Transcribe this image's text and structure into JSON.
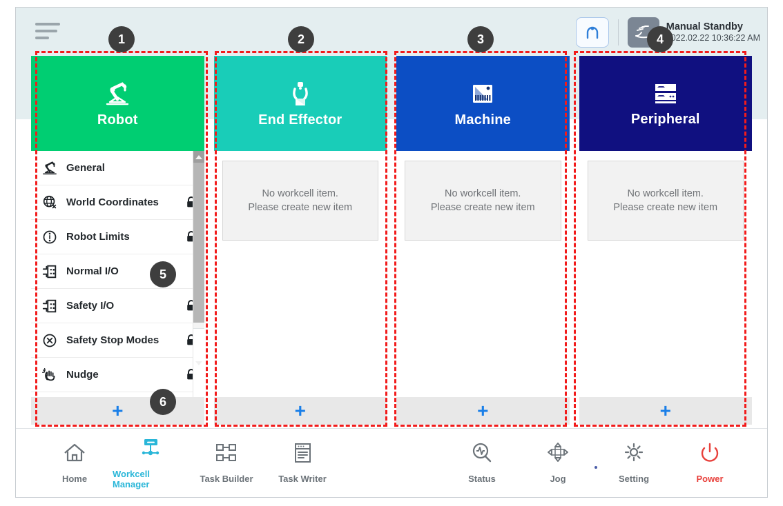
{
  "header": {
    "menu_icon": "hamburger-menu-icon",
    "mode_button_icon": "cobot-mode-icon",
    "state_icon": "manual-hand-icon",
    "state_title": "Manual Standby",
    "state_time": "2022.02.22 10:36:22 AM"
  },
  "cards": [
    {
      "id": "robot",
      "title": "Robot",
      "icon": "robot-arm-icon",
      "color": "#00ce72",
      "add_label": "+",
      "has_list": true
    },
    {
      "id": "end-effector",
      "title": "End Effector",
      "icon": "gripper-icon",
      "color": "#19cdb8",
      "add_label": "+",
      "empty": [
        "No workcell item.",
        "Please create new item"
      ]
    },
    {
      "id": "machine",
      "title": "Machine",
      "icon": "machine-icon",
      "color": "#0c4ec4",
      "add_label": "+",
      "empty": [
        "No workcell item.",
        "Please create new item"
      ]
    },
    {
      "id": "peripheral",
      "title": "Peripheral",
      "icon": "peripheral-rack-icon",
      "color": "#101080",
      "add_label": "+",
      "empty": [
        "No workcell item.",
        "Please create new item"
      ]
    }
  ],
  "robot_list": [
    {
      "label": "General",
      "icon": "robot-arm-icon",
      "locked": false
    },
    {
      "label": "World Coordinates",
      "icon": "globe-axis-icon",
      "locked": true
    },
    {
      "label": "Robot Limits",
      "icon": "limits-circle-icon",
      "locked": true
    },
    {
      "label": "Normal I/O",
      "icon": "io-port-icon",
      "locked": false
    },
    {
      "label": "Safety I/O",
      "icon": "io-port-icon",
      "locked": true
    },
    {
      "label": "Safety Stop Modes",
      "icon": "stop-x-circle-icon",
      "locked": true
    },
    {
      "label": "Nudge",
      "icon": "hand-nudge-icon",
      "locked": true
    }
  ],
  "bottom_nav": {
    "left": [
      {
        "label": "Home",
        "icon": "home-icon",
        "active": false
      },
      {
        "label": "Workcell Manager",
        "icon": "workcell-icon",
        "active": true
      },
      {
        "label": "Task Builder",
        "icon": "task-builder-icon",
        "active": false
      },
      {
        "label": "Task Writer",
        "icon": "task-writer-icon",
        "active": false
      }
    ],
    "right": [
      {
        "label": "Status",
        "icon": "status-scope-icon",
        "active": false
      },
      {
        "label": "Jog",
        "icon": "jog-dpad-icon",
        "active": false
      },
      {
        "label": "Setting",
        "icon": "gear-icon",
        "active": false
      },
      {
        "label": "Power",
        "icon": "power-icon",
        "active": false
      }
    ]
  },
  "annotations": [
    {
      "number": "1"
    },
    {
      "number": "2"
    },
    {
      "number": "3"
    },
    {
      "number": "4"
    },
    {
      "number": "5"
    },
    {
      "number": "6"
    }
  ]
}
